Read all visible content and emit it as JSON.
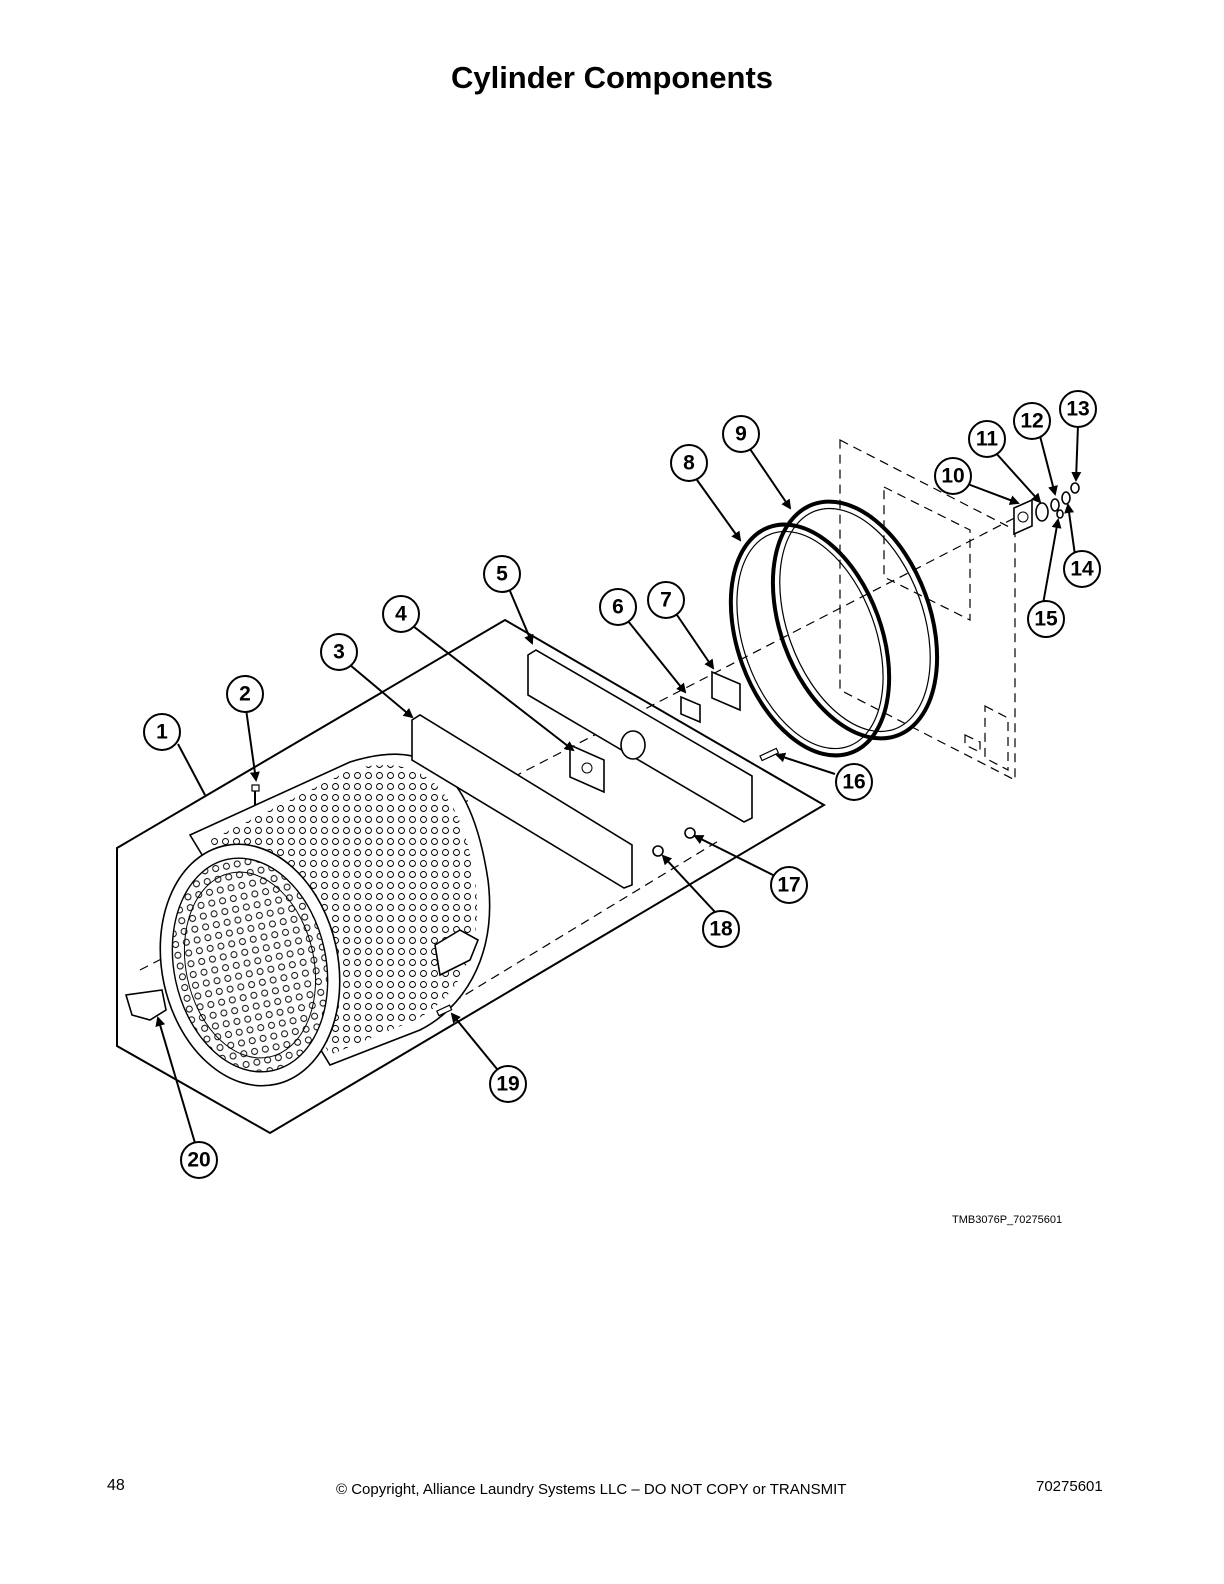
{
  "page": {
    "title": "Cylinder Components",
    "drawing_id": "TMB3076P_70275601",
    "page_number": "48",
    "copyright": "© Copyright, Alliance Laundry Systems LLC – DO NOT COPY or TRANSMIT",
    "document_number": "70275601"
  },
  "callouts": [
    "1",
    "2",
    "3",
    "4",
    "5",
    "6",
    "7",
    "8",
    "9",
    "10",
    "11",
    "12",
    "13",
    "14",
    "15",
    "16",
    "17",
    "18",
    "19",
    "20"
  ]
}
